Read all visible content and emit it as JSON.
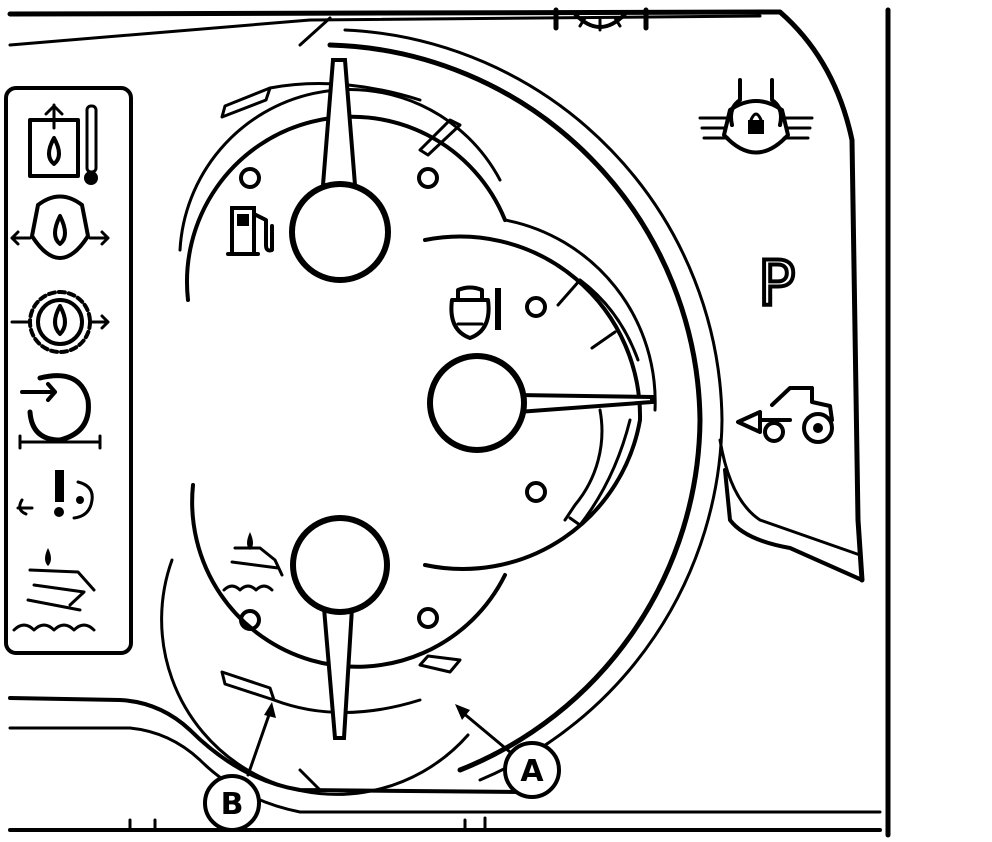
{
  "callouts": {
    "a": "A",
    "b": "B"
  },
  "indicators": {
    "park": "P"
  },
  "icons": [
    "hydraulic-oil-temperature-icon",
    "engine-oil-pressure-icon",
    "transmission-oil-pressure-icon",
    "air-filter-icon",
    "brake-warning-icon",
    "coolant-level-icon",
    "fuel-icon",
    "coolant-temperature-icon",
    "diesel-exhaust-fluid-icon",
    "park-lock-icon",
    "tractor-reverse-icon",
    "work-light-icon"
  ],
  "colors": {
    "ink": "#000000",
    "background": "#ffffff"
  }
}
